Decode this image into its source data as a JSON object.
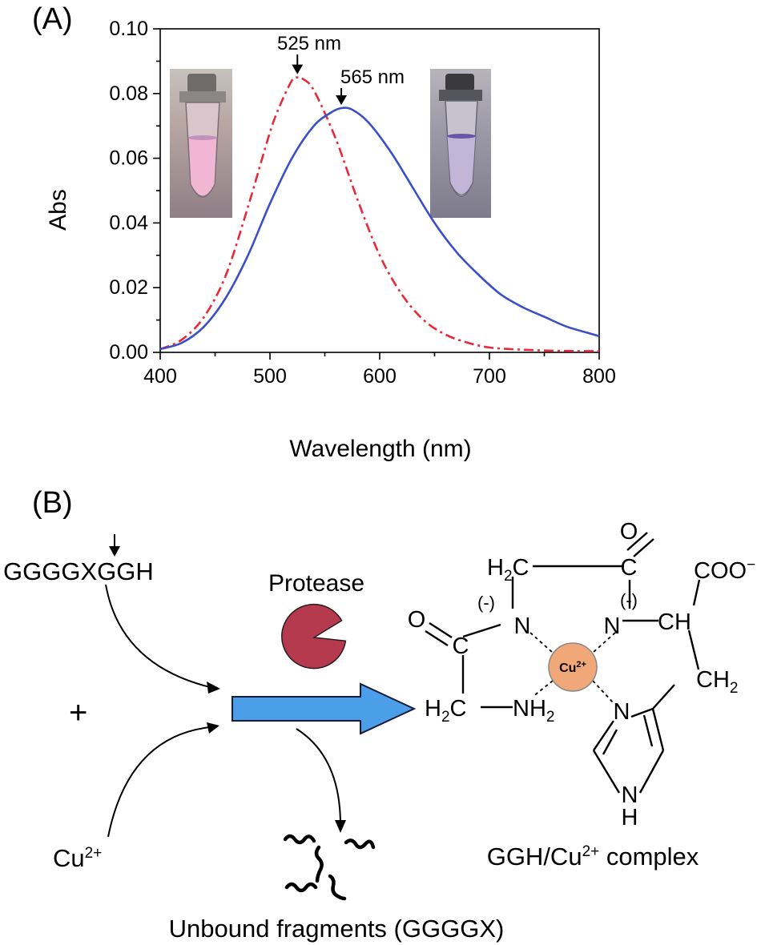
{
  "panel_a": {
    "label": "(A)",
    "peak_label_1": "525 nm",
    "peak_label_2": "565 nm"
  },
  "panel_b": {
    "label": "(B)",
    "substrate": "GGGGXGGH",
    "plus": "+",
    "copper_prefix": "Cu",
    "copper_charge": "2+",
    "enzyme": "Protease",
    "fragments": "Unbound fragments (GGGGX)",
    "complex_prefix": "GGH/Cu",
    "complex_charge": "2+",
    "complex_suffix": " complex",
    "structure": {
      "o_top": "O",
      "c_top": "C",
      "h2c_top_h": "H",
      "h2c_top_sub": "2",
      "h2c_top_c": "C",
      "neg1": "(-)",
      "neg2": "(-)",
      "n_left": "N",
      "n_right": "N",
      "coo": "COO",
      "coo_charge": "−",
      "ch": "CH",
      "o_left": "O",
      "c_left": "C",
      "cu_center": "Cu",
      "cu_center_charge": "2+",
      "ch2_right": "CH",
      "ch2_right_sub": "2",
      "h2c_bot_h": "H",
      "h2c_bot_sub": "2",
      "h2c_bot_c": "C",
      "nh2": "NH",
      "nh2_sub": "2",
      "n_ring": "N",
      "nh_ring": "N",
      "h_ring": "H"
    },
    "colors": {
      "arrow_fill": "#4a9fe8",
      "arrow_stroke": "#1a1a3a",
      "pacman": "#b53a4e",
      "copper_ion": "#f0a878"
    }
  },
  "chart_data": {
    "type": "line",
    "xlabel": "Wavelength (nm)",
    "ylabel": "Abs",
    "xlim": [
      400,
      800
    ],
    "ylim": [
      0,
      0.1
    ],
    "xticks": [
      "400",
      "500",
      "600",
      "700",
      "800"
    ],
    "yticks": [
      "0.00",
      "0.02",
      "0.04",
      "0.06",
      "0.08",
      "0.10"
    ],
    "series": [
      {
        "style": "dash-dot",
        "color": "#e8293a",
        "x": [
          400,
          420,
          440,
          460,
          480,
          500,
          510,
          520,
          525,
          530,
          540,
          560,
          580,
          600,
          620,
          640,
          660,
          680,
          700,
          720,
          740,
          760,
          780,
          800
        ],
        "y": [
          0.001,
          0.004,
          0.011,
          0.024,
          0.045,
          0.068,
          0.077,
          0.084,
          0.085,
          0.0845,
          0.081,
          0.066,
          0.047,
          0.03,
          0.018,
          0.01,
          0.0055,
          0.003,
          0.0015,
          0.001,
          0.0007,
          0.0005,
          0.0004,
          0.0004
        ]
      },
      {
        "style": "solid",
        "color": "#3a4fc9",
        "x": [
          400,
          420,
          440,
          460,
          480,
          500,
          520,
          540,
          555,
          565,
          575,
          590,
          610,
          630,
          650,
          670,
          690,
          710,
          730,
          750,
          770,
          790,
          800
        ],
        "y": [
          0.001,
          0.003,
          0.008,
          0.017,
          0.03,
          0.046,
          0.06,
          0.07,
          0.074,
          0.0755,
          0.075,
          0.071,
          0.062,
          0.051,
          0.04,
          0.031,
          0.024,
          0.018,
          0.014,
          0.011,
          0.008,
          0.006,
          0.005
        ]
      }
    ],
    "annotations": [
      {
        "text": "525 nm",
        "x": 525,
        "y": 0.085
      },
      {
        "text": "565 nm",
        "x": 565,
        "y": 0.0755
      }
    ]
  }
}
